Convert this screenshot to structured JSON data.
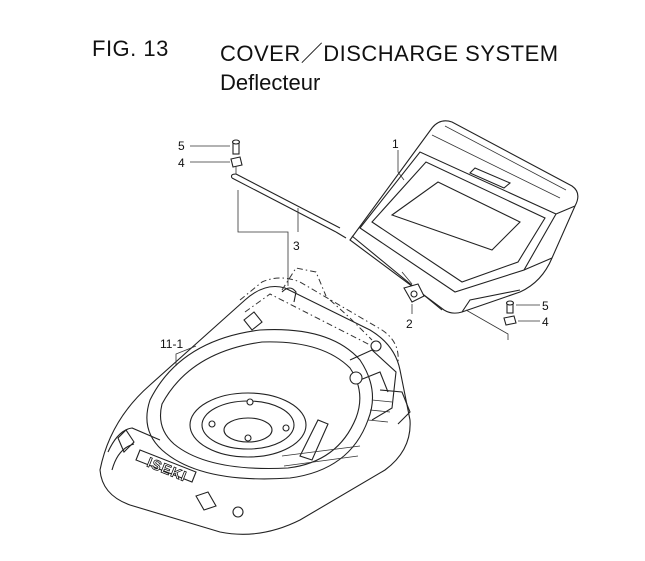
{
  "figure": {
    "label": "FIG. 13",
    "title": "COVER／DISCHARGE SYSTEM",
    "subtitle": "Deflecteur"
  },
  "callouts": [
    {
      "id": "c1",
      "text": "1"
    },
    {
      "id": "c2",
      "text": "2"
    },
    {
      "id": "c3",
      "text": "3"
    },
    {
      "id": "c4a",
      "text": "4"
    },
    {
      "id": "c5a",
      "text": "5"
    },
    {
      "id": "c4b",
      "text": "4"
    },
    {
      "id": "c5b",
      "text": "5"
    },
    {
      "id": "c11",
      "text": "11-1"
    }
  ],
  "deck_logo_text": "ISEKI"
}
